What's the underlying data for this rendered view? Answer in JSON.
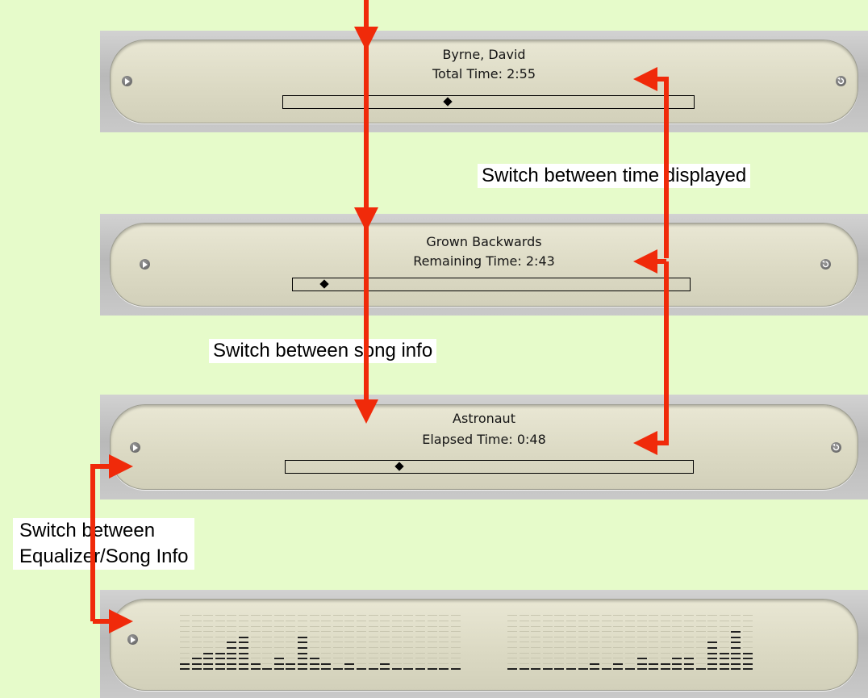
{
  "panels": [
    {
      "line1": "Byrne, David",
      "line2": "Total Time: 2:55",
      "progress": 0.4
    },
    {
      "line1": "Grown Backwards",
      "line2": "Remaining Time: 2:43",
      "progress": 0.08
    },
    {
      "line1": "Astronaut",
      "line2": "Elapsed Time: 0:48",
      "progress": 0.28
    }
  ],
  "equalizer": {
    "levels": [
      2,
      3,
      4,
      4,
      6,
      7,
      2,
      1,
      3,
      2,
      7,
      3,
      2,
      1,
      2,
      1,
      1,
      2,
      1,
      1,
      1,
      1,
      1,
      1,
      1,
      1,
      1,
      1,
      1,
      1,
      1,
      2,
      1,
      2,
      1,
      3,
      2,
      2,
      3,
      3,
      1,
      6,
      4,
      8,
      4
    ]
  },
  "annotations": {
    "time_display": "Switch between time displayed",
    "song_info": "Switch between song info",
    "eq_song_info_line1": "Switch between",
    "eq_song_info_line2": "Equalizer/Song Info"
  },
  "colors": {
    "background": "#e6fbca",
    "arrow": "#f02a0a",
    "lcd": "#dcdac4",
    "metal": "#c4c4c4"
  },
  "icons": {
    "display_toggle": "play-triangle-icon",
    "reset": "circular-arrow-icon"
  }
}
